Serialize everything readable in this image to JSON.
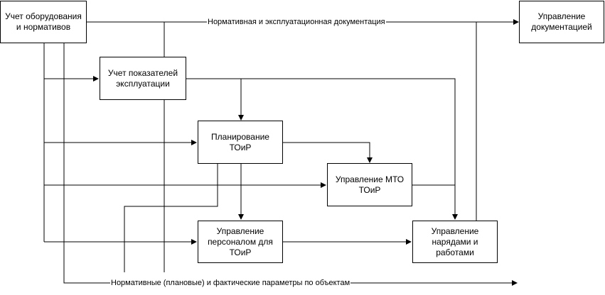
{
  "nodes": {
    "equipment": "Учет оборудования и нормативов",
    "indicators": "Учет показателей эксплуатации",
    "planning": "Планирование ТОиР",
    "mto": "Управление МТО ТОиР",
    "personnel": "Управление персоналом для ТОиР",
    "orders": "Управление нарядами и работами",
    "docs": "Управление документацией"
  },
  "edge_labels": {
    "docs_flow": "Нормативная и эксплуатационная документация",
    "params_flow": "Нормативные (плановые) и фактические параметры по объектам"
  },
  "colors": {
    "line": "#000000",
    "background": "#ffffff"
  }
}
